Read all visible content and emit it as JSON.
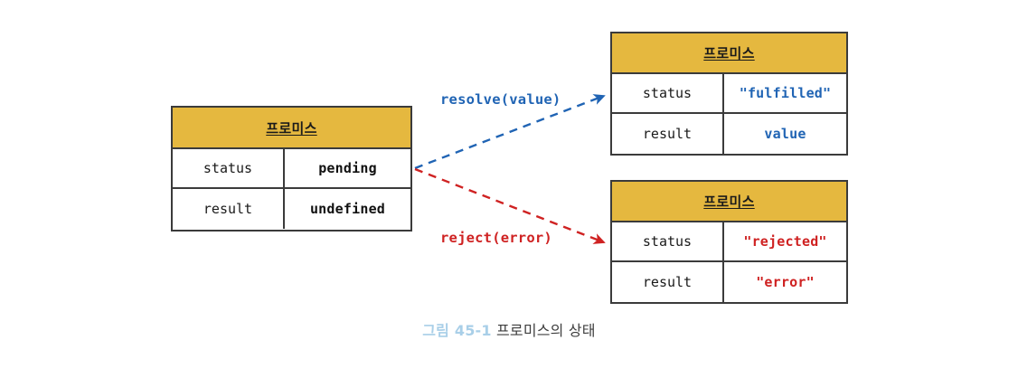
{
  "diagram": {
    "title_caption": {
      "number": "그림 45-1",
      "text": "프로미스의 상태",
      "number_color": "#a9cfe8",
      "text_color": "#3e3e3e"
    },
    "theme": {
      "header_fill": "#e5b83f",
      "border_color": "#3b3b3b",
      "fulfilled_color": "#2064b4",
      "rejected_color": "#cf2222",
      "pending_color": "#111111",
      "background": "#ffffff"
    },
    "tables": [
      {
        "id": "pending",
        "header": "프로미스",
        "rows": [
          {
            "key": "status",
            "value": "pending"
          },
          {
            "key": "result",
            "value": "undefined"
          }
        ]
      },
      {
        "id": "fulfilled",
        "header": "프로미스",
        "rows": [
          {
            "key": "status",
            "value": "\"fulfilled\""
          },
          {
            "key": "result",
            "value": "value"
          }
        ]
      },
      {
        "id": "rejected",
        "header": "프로미스",
        "rows": [
          {
            "key": "status",
            "value": "\"rejected\""
          },
          {
            "key": "result",
            "value": "\"error\""
          }
        ]
      }
    ],
    "transitions": [
      {
        "id": "resolve",
        "label": "resolve(value)",
        "color": "#2064b4",
        "from": "pending",
        "to": "fulfilled",
        "style": "dashed"
      },
      {
        "id": "reject",
        "label": "reject(error)",
        "color": "#cf2222",
        "from": "pending",
        "to": "rejected",
        "style": "dashed"
      }
    ]
  }
}
